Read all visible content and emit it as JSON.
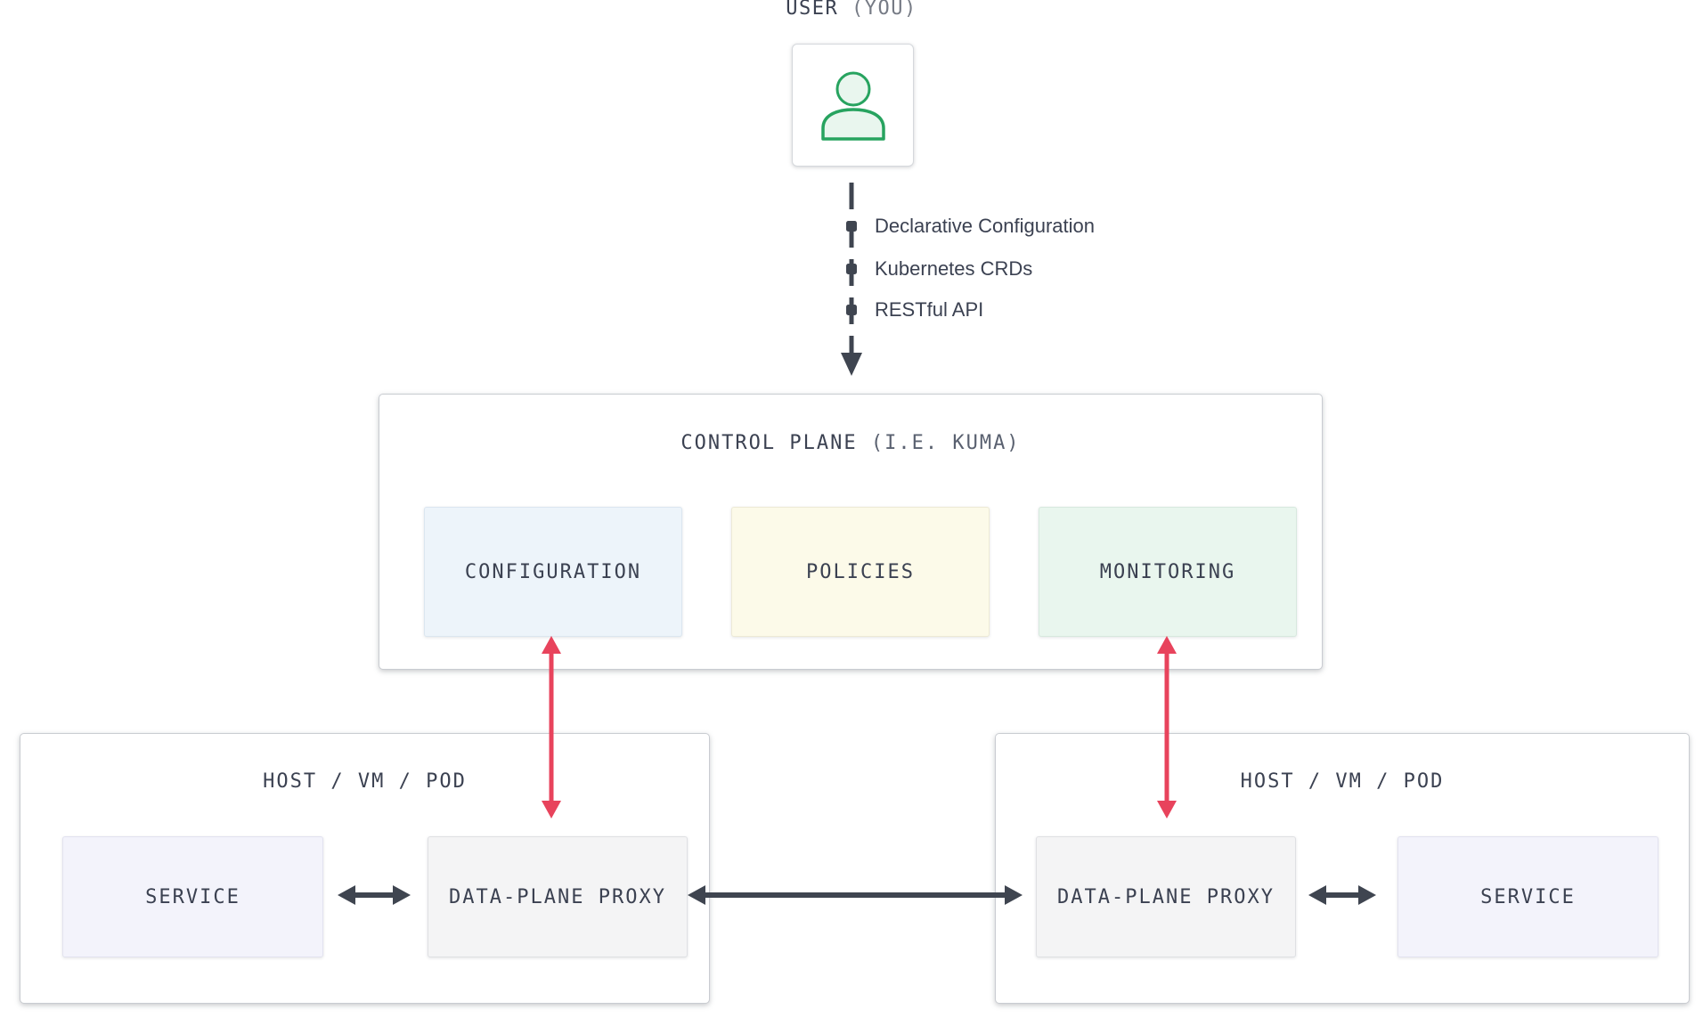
{
  "colors": {
    "text_dark": "#3b4151",
    "text_muted": "#767b85",
    "arrow_dark": "#3f4550",
    "arrow_red": "#e8435c",
    "icon_green": "#27a35f",
    "configuration_bg": "#edf4fa",
    "policies_bg": "#fcfae9",
    "monitoring_bg": "#e9f6ee",
    "service_bg": "#f3f3fb",
    "proxy_bg": "#f4f4f5"
  },
  "user": {
    "label": "USER",
    "label_suffix": "(YOU)",
    "icon": "person-icon"
  },
  "flow": {
    "items": [
      "Declarative Configuration",
      "Kubernetes CRDs",
      "RESTful API"
    ]
  },
  "control_plane": {
    "title": "CONTROL PLANE",
    "title_suffix": "(I.E. KUMA)",
    "components": [
      "CONFIGURATION",
      "POLICIES",
      "MONITORING"
    ]
  },
  "hosts": {
    "left": {
      "title": "HOST / VM / POD",
      "service_label": "SERVICE",
      "proxy_label": "DATA-PLANE PROXY"
    },
    "right": {
      "title": "HOST / VM / POD",
      "service_label": "SERVICE",
      "proxy_label": "DATA-PLANE PROXY"
    }
  }
}
